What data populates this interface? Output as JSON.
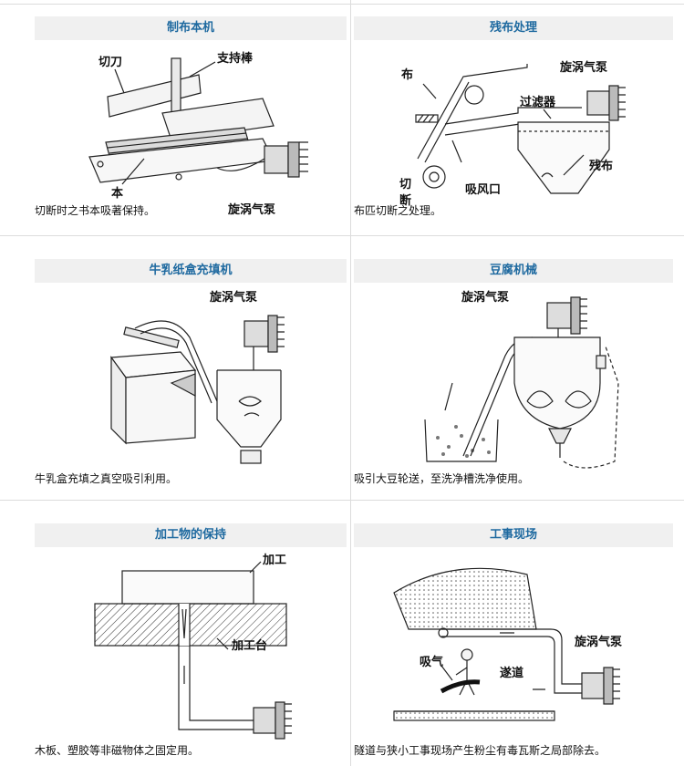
{
  "panels": [
    {
      "title": "制布本机",
      "caption": "切断时之书本吸著保持。",
      "labels": {
        "knife": "切刀",
        "support": "支持棒",
        "book": "本",
        "pump": "旋涡气泵"
      }
    },
    {
      "title": "残布处理",
      "caption": "布匹切断之处理。",
      "labels": {
        "cloth": "布",
        "pump": "旋涡气泵",
        "filter": "过滤器",
        "cut1": "切",
        "cut2": "断",
        "suction": "吸风口",
        "scrap": "残布"
      }
    },
    {
      "title": "牛乳纸盒充填机",
      "caption": "牛乳盒充填之真空吸引利用。",
      "labels": {
        "pump": "旋涡气泵"
      }
    },
    {
      "title": "豆腐机械",
      "caption": "吸引大豆轮送，至洗净槽洗净使用。",
      "labels": {
        "pump": "旋涡气泵"
      }
    },
    {
      "title": "加工物的保持",
      "caption": "木板、塑胶等非磁物体之固定用。",
      "labels": {
        "work": "加工",
        "table": "加工台"
      }
    },
    {
      "title": "工事现场",
      "caption": "隧道与狭小工事现场产生粉尘有毒瓦斯之局部除去。",
      "labels": {
        "pump": "旋涡气泵",
        "suck": "吸气",
        "tunnel": "遂道"
      }
    }
  ]
}
